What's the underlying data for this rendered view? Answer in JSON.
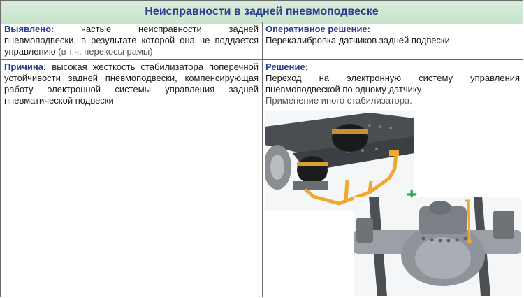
{
  "title": "Неисправности в задней пневмоподвеске",
  "found": {
    "label": "Выявлено:",
    "line1": "частые неисправности задней",
    "line2": "пневмоподвески, в результате которой она не поддается",
    "line3": "управлению",
    "note": "(в т.ч. перекосы рамы)"
  },
  "operative": {
    "label": "Оперативное решение:",
    "text": "Перекалибровка датчиков задней подвески"
  },
  "cause": {
    "label": "Причина:",
    "line1": "высокая жесткость стабилизатора поперечной",
    "line2": "устойчивости задней пневмоподвески, компенсирующая",
    "line3": "работу электронной системы управления задней",
    "line4": "пневматической подвески"
  },
  "solution": {
    "label": "Решение:",
    "line1": "Переход на электронную систему управления",
    "line2": "пневмоподвеской по одному датчику",
    "line3": "Применение иного стабилизатора."
  },
  "colors": {
    "header_text": "#2a3c8e",
    "header_bg": "#c8e4cc",
    "stabilizer": "#f0a830",
    "plus": "#1fa33a"
  },
  "plus_sign": "+"
}
